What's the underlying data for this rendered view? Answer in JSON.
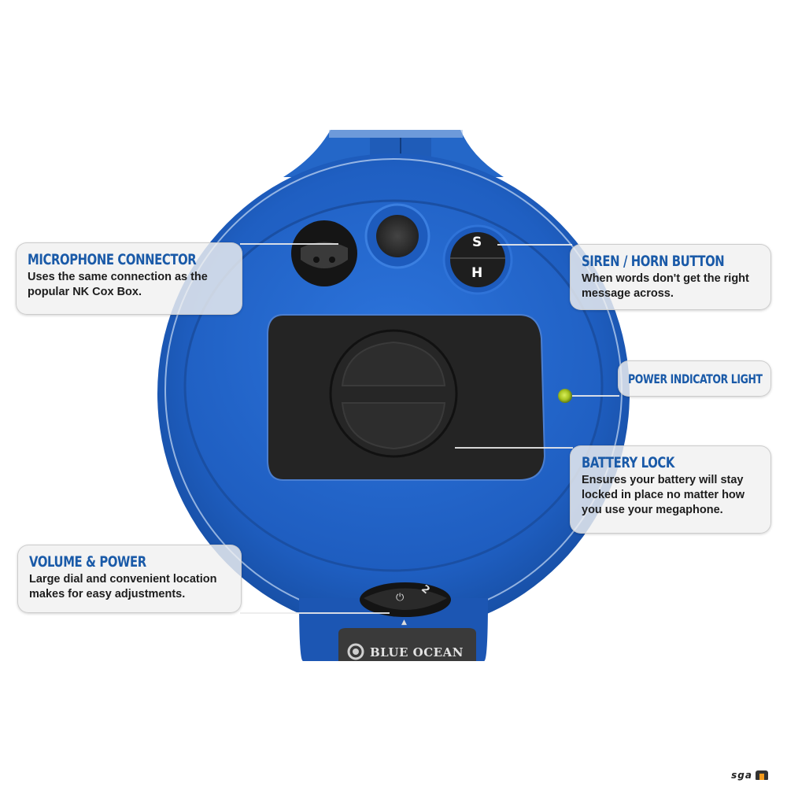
{
  "product": {
    "brand_label": "BLUE OCEAN",
    "siren_button": {
      "top_letter": "S",
      "bottom_letter": "H"
    },
    "volume_dial": {
      "power_symbol": "⏻",
      "level_mark": "2",
      "pointer": "▲"
    },
    "colors": {
      "body_blue": "#1f5fc2",
      "body_dark_blue": "#133f8a",
      "panel_black": "#222222",
      "indicator_green": "#b5cf2a",
      "title_blue": "#1a5aa8"
    }
  },
  "callouts": {
    "microphone": {
      "title": "MICROPHONE CONNECTOR",
      "desc_line1": "Uses the same connection as the",
      "desc_line2": "popular NK Cox Box."
    },
    "siren": {
      "title": "SIREN / HORN BUTTON",
      "desc_line1": "When words don't get the right",
      "desc_line2": "message across."
    },
    "power_light": {
      "title": "POWER INDICATOR LIGHT"
    },
    "battery": {
      "title": "BATTERY LOCK",
      "desc_line1": "Ensures your battery will stay",
      "desc_line2": "locked in place no matter how",
      "desc_line3": "you use your megaphone."
    },
    "volume": {
      "title": "VOLUME & POWER",
      "desc_line1": "Large dial and convenient location",
      "desc_line2": "makes for easy adjustments."
    }
  },
  "watermark": {
    "text": "sga"
  }
}
